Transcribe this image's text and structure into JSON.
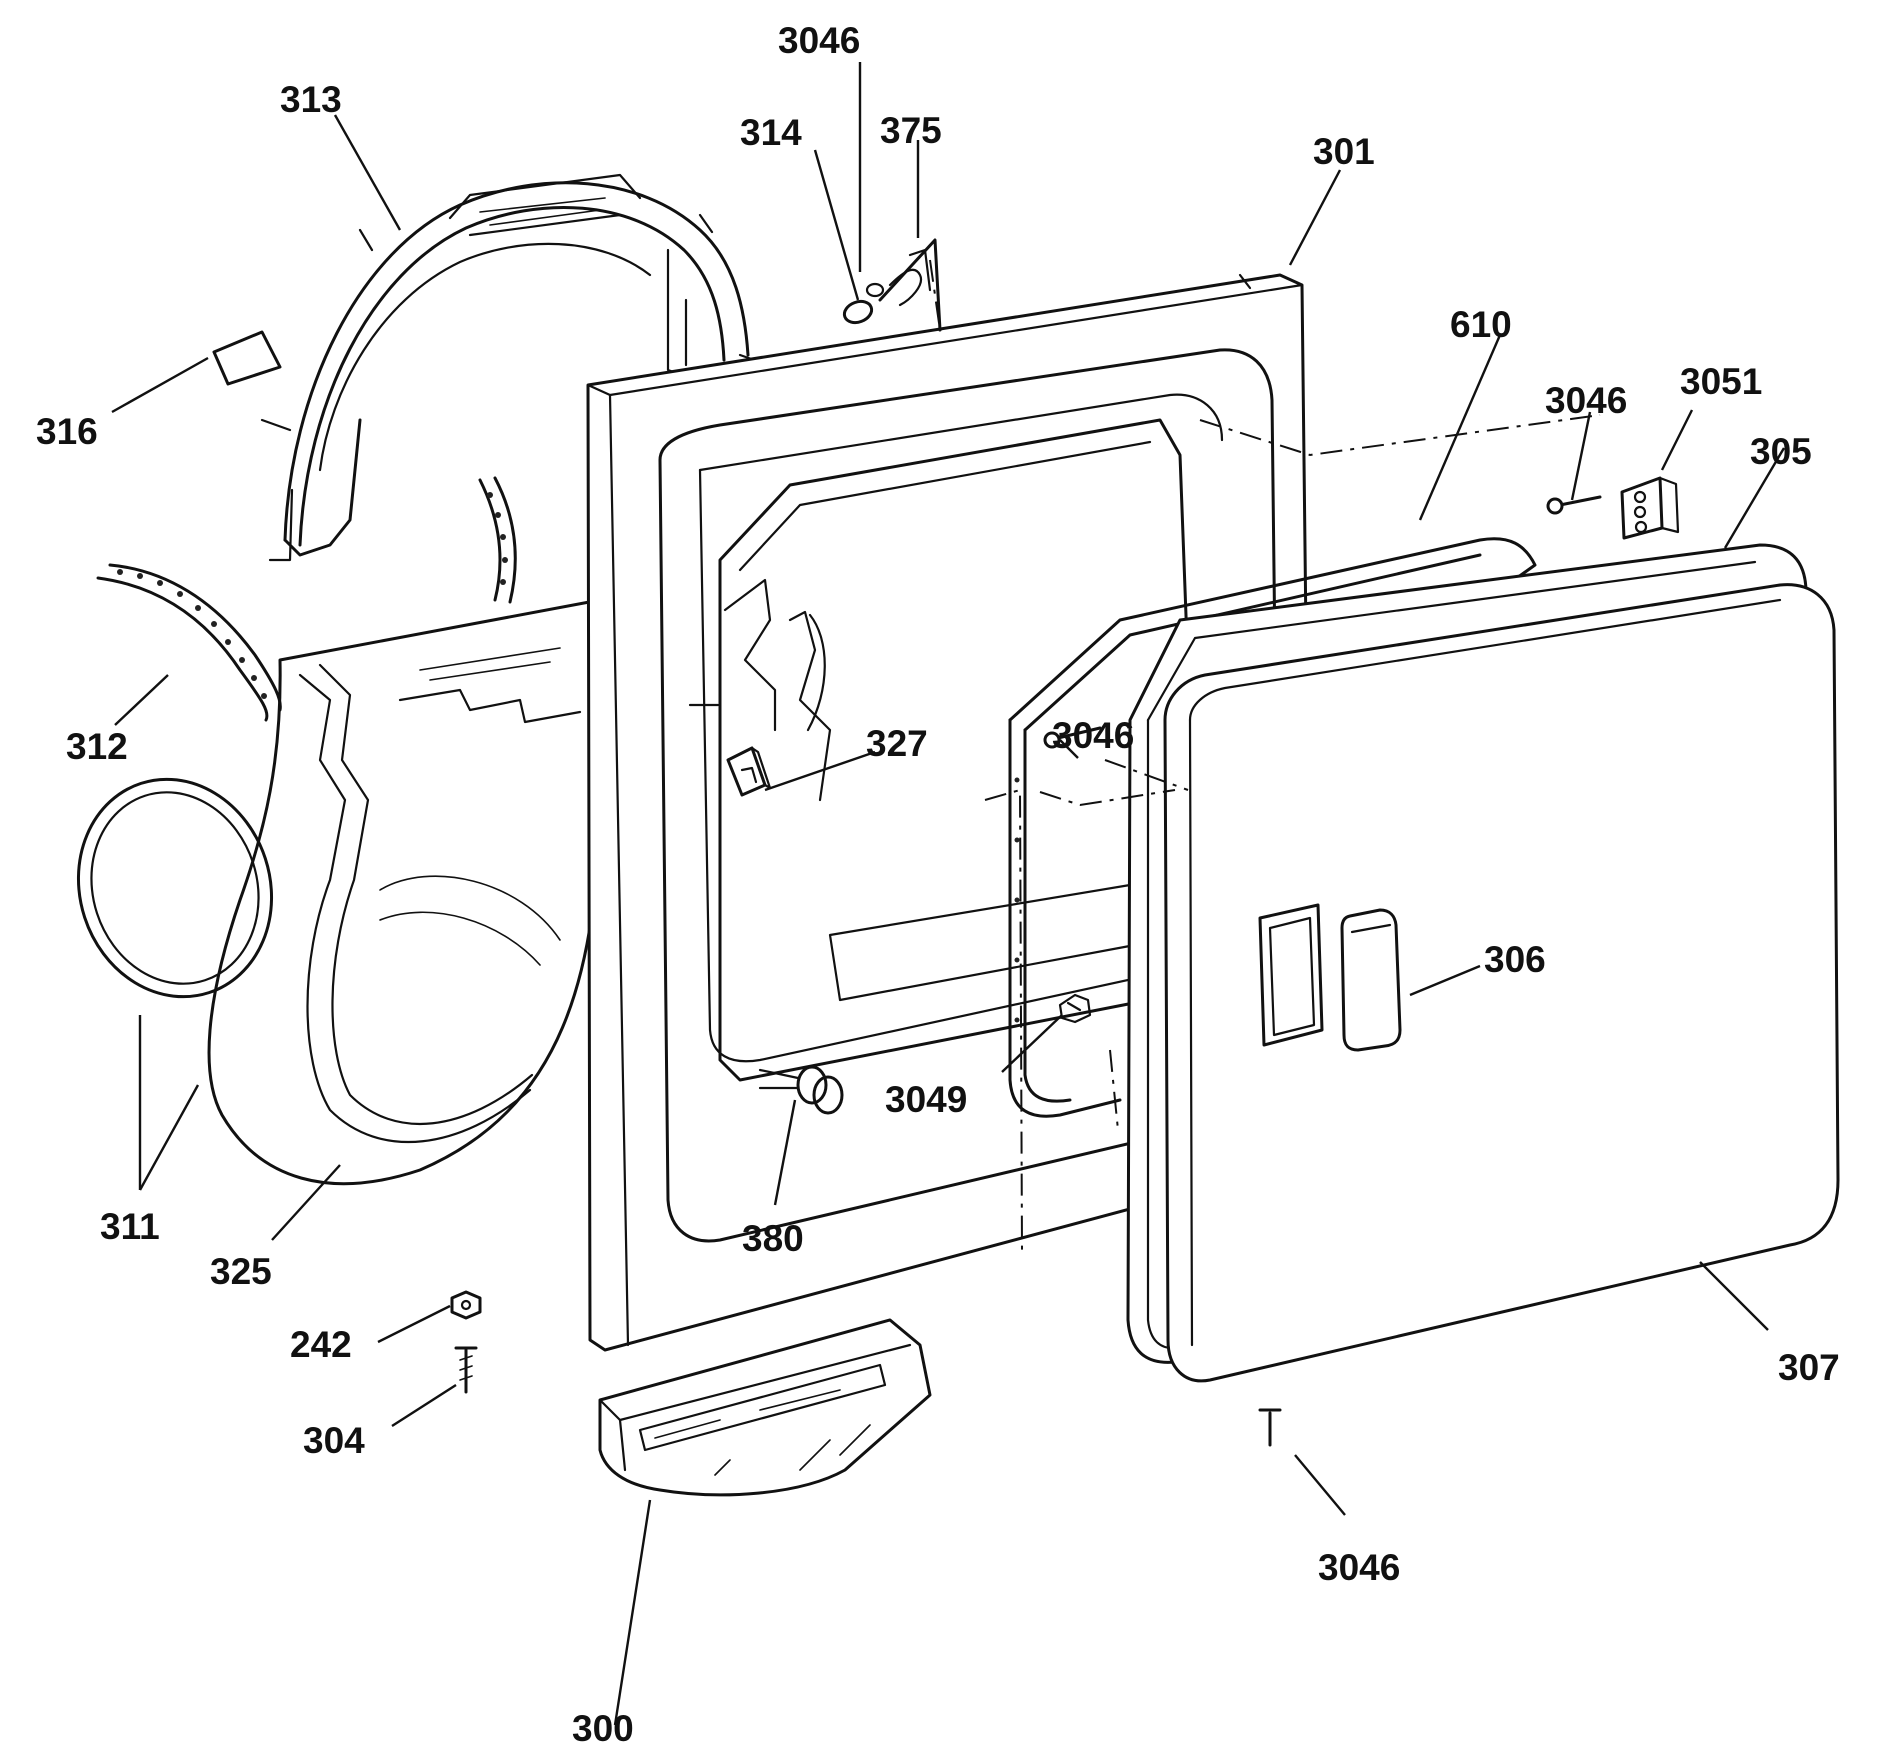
{
  "diagram": {
    "part_labels": [
      "3046",
      "375",
      "314",
      "313",
      "301",
      "610",
      "3046",
      "3051",
      "305",
      "316",
      "312",
      "327",
      "3046",
      "311",
      "325",
      "380",
      "3049",
      "306",
      "242",
      "304",
      "300",
      "307",
      "3046"
    ]
  },
  "colors": {
    "line": "#111111",
    "background": "#ffffff"
  }
}
